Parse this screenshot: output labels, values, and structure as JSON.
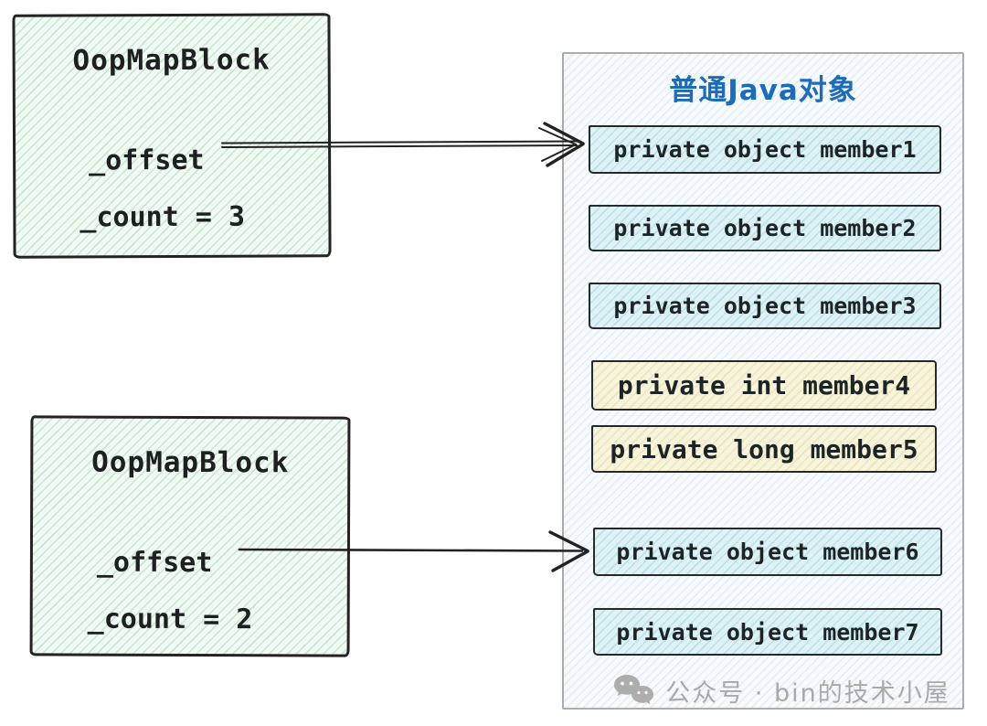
{
  "oopmap_blocks": [
    {
      "title": "OopMapBlock",
      "offset": "_offset",
      "count": "_count = 3"
    },
    {
      "title": "OopMapBlock",
      "offset": "_offset",
      "count": "_count = 2"
    }
  ],
  "object_panel": {
    "title": "普通Java对象",
    "members": [
      {
        "label": "private object member1",
        "kind": "object"
      },
      {
        "label": "private object member2",
        "kind": "object"
      },
      {
        "label": "private object member3",
        "kind": "object"
      },
      {
        "label": "private int member4",
        "kind": "primitive"
      },
      {
        "label": "private long member5",
        "kind": "primitive"
      },
      {
        "label": "private object member6",
        "kind": "object"
      },
      {
        "label": "private object member7",
        "kind": "object"
      }
    ]
  },
  "watermark": {
    "icon": "wechat-icon",
    "text": "公众号 · bin的技术小屋"
  },
  "colors": {
    "panel_title": "#1e6bb8",
    "object_member_fill": "#def1f4",
    "primitive_member_fill": "#f7f4db",
    "oopmap_fill": "#f0f9f2",
    "arrow": "#222222",
    "watermark_text": "#a9a9a9"
  }
}
